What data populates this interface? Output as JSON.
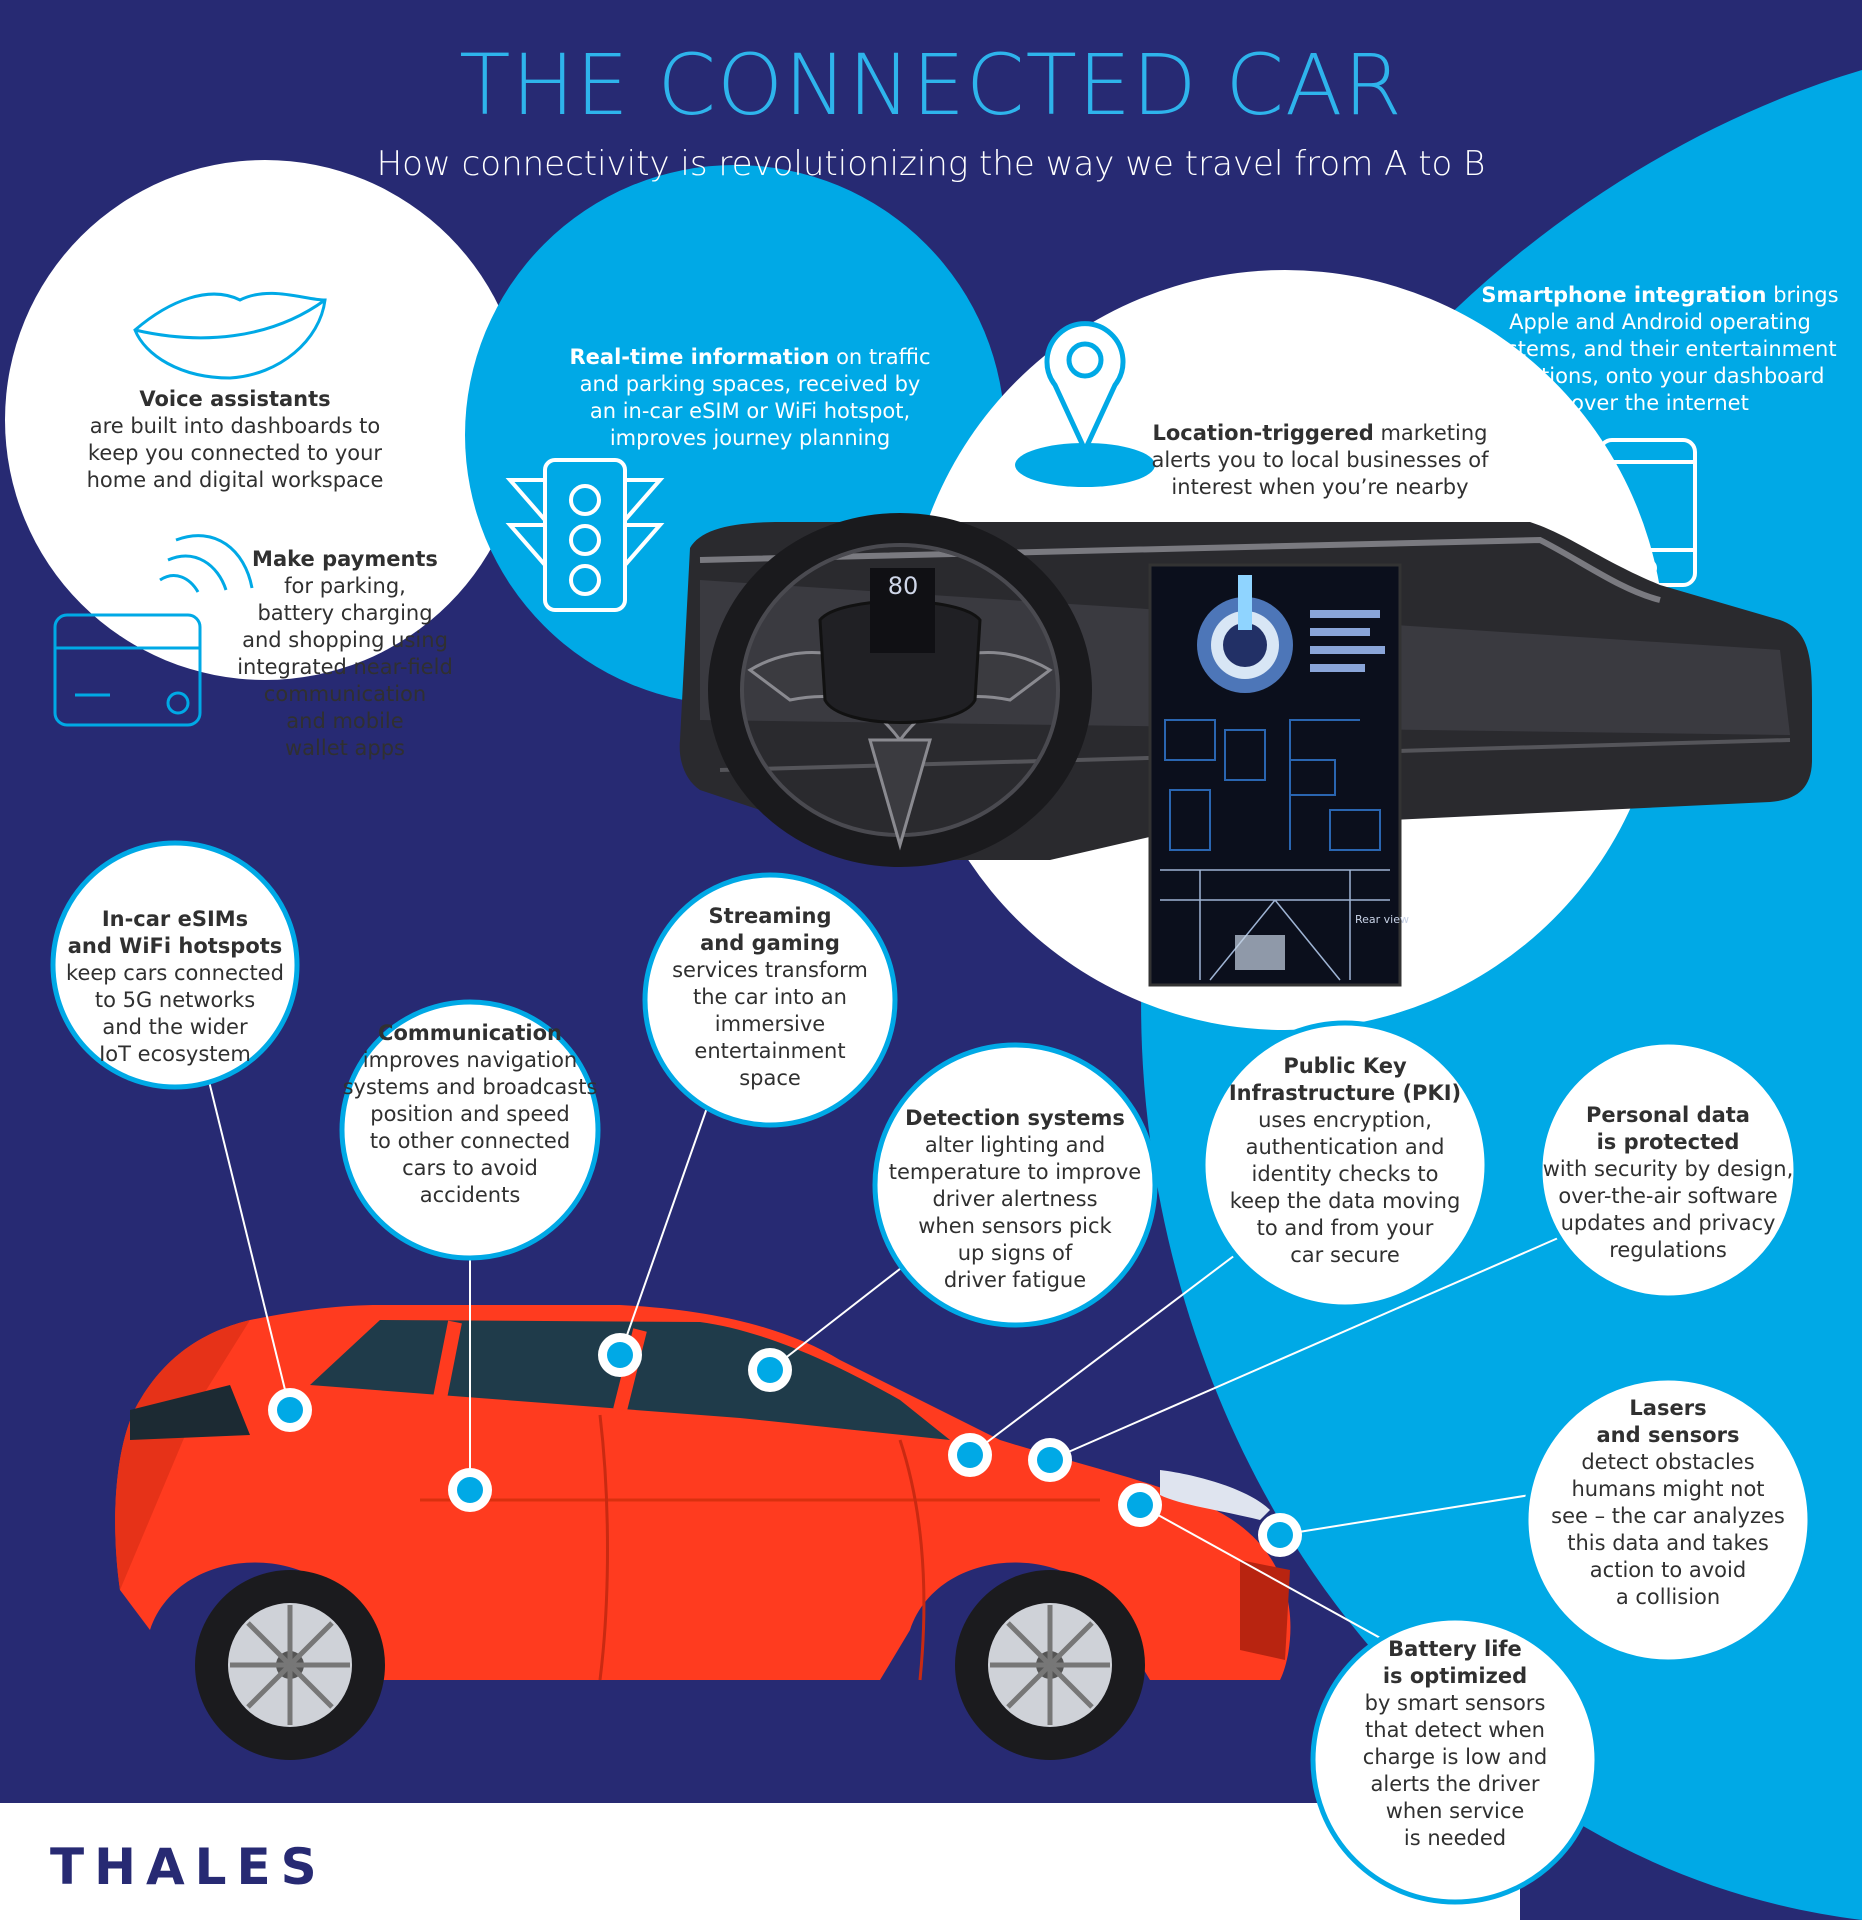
{
  "header": {
    "title": "THE CONNECTED CAR",
    "subtitle": "How connectivity is revolutionizing the way we travel from A to B"
  },
  "dashboard": {
    "speed": "80",
    "rear_view": "Rear view"
  },
  "features": {
    "voice": {
      "heading": "Voice assistants",
      "lines": [
        "are built into dashboards to",
        "keep you connected to your",
        "home and digital workspace"
      ]
    },
    "payments": {
      "heading": "Make payments",
      "lines": [
        "for parking,",
        "battery charging",
        "and shopping using",
        "integrated near-field",
        "communication",
        "and mobile",
        "wallet apps"
      ]
    },
    "realtime": {
      "heading": "Real-time information",
      "first_rest": " on traffic",
      "lines": [
        "and parking spaces, received by",
        "an in-car eSIM or WiFi hotspot,",
        "improves journey planning"
      ]
    },
    "location": {
      "heading": "Location-triggered",
      "first_rest": " marketing",
      "lines": [
        "alerts you to local businesses of",
        "interest when you’re nearby"
      ]
    },
    "smartphone": {
      "heading": "Smartphone integration",
      "first_rest": " brings",
      "lines": [
        "Apple and Android operating",
        "systems, and their entertainment",
        "functions, onto your dashboard",
        "over the internet"
      ]
    },
    "esim": {
      "heading_lines": [
        "In-car eSIMs",
        "and WiFi hotspots"
      ],
      "lines": [
        "keep cars connected",
        "to 5G networks",
        "and the wider",
        "IoT ecosystem"
      ]
    },
    "communication": {
      "heading": "Communication",
      "lines": [
        "improves navigation",
        "systems and broadcasts",
        "position and speed",
        "to other connected",
        "cars to avoid",
        "accidents"
      ]
    },
    "streaming": {
      "heading_lines": [
        "Streaming",
        "and gaming"
      ],
      "lines": [
        "services transform",
        "the car into an",
        "immersive",
        "entertainment",
        "space"
      ]
    },
    "detection": {
      "heading": "Detection systems",
      "lines": [
        "alter lighting and",
        "temperature to improve",
        "driver alertness",
        "when sensors pick",
        "up signs of",
        "driver fatigue"
      ]
    },
    "pki": {
      "heading_lines": [
        "Public Key",
        "Infrastructure (PKI)"
      ],
      "lines": [
        "uses encryption,",
        "authentication and",
        "identity checks to",
        "keep the data moving",
        "to and from your",
        "car secure"
      ]
    },
    "personal": {
      "heading_lines": [
        "Personal data",
        "is protected"
      ],
      "lines": [
        "with security by design,",
        "over-the-air software",
        "updates and privacy",
        "regulations"
      ]
    },
    "lasers": {
      "heading_lines": [
        "Lasers",
        "and sensors"
      ],
      "lines": [
        "detect obstacles",
        "humans might not",
        "see – the car analyzes",
        "this data and takes",
        "action to avoid",
        "a collision"
      ]
    },
    "battery": {
      "heading_lines": [
        "Battery life",
        "is optimized"
      ],
      "lines": [
        "by smart sensors",
        "that detect when",
        "charge is low and",
        "alerts the driver",
        "when service",
        "is needed"
      ]
    }
  },
  "footer": {
    "logo": "THALES"
  },
  "colors": {
    "navy": "#272a73",
    "cyan": "#00a9e6",
    "accent_blue": "#2eb4ec",
    "car_red": "#ff3b1f",
    "white": "#ffffff"
  }
}
